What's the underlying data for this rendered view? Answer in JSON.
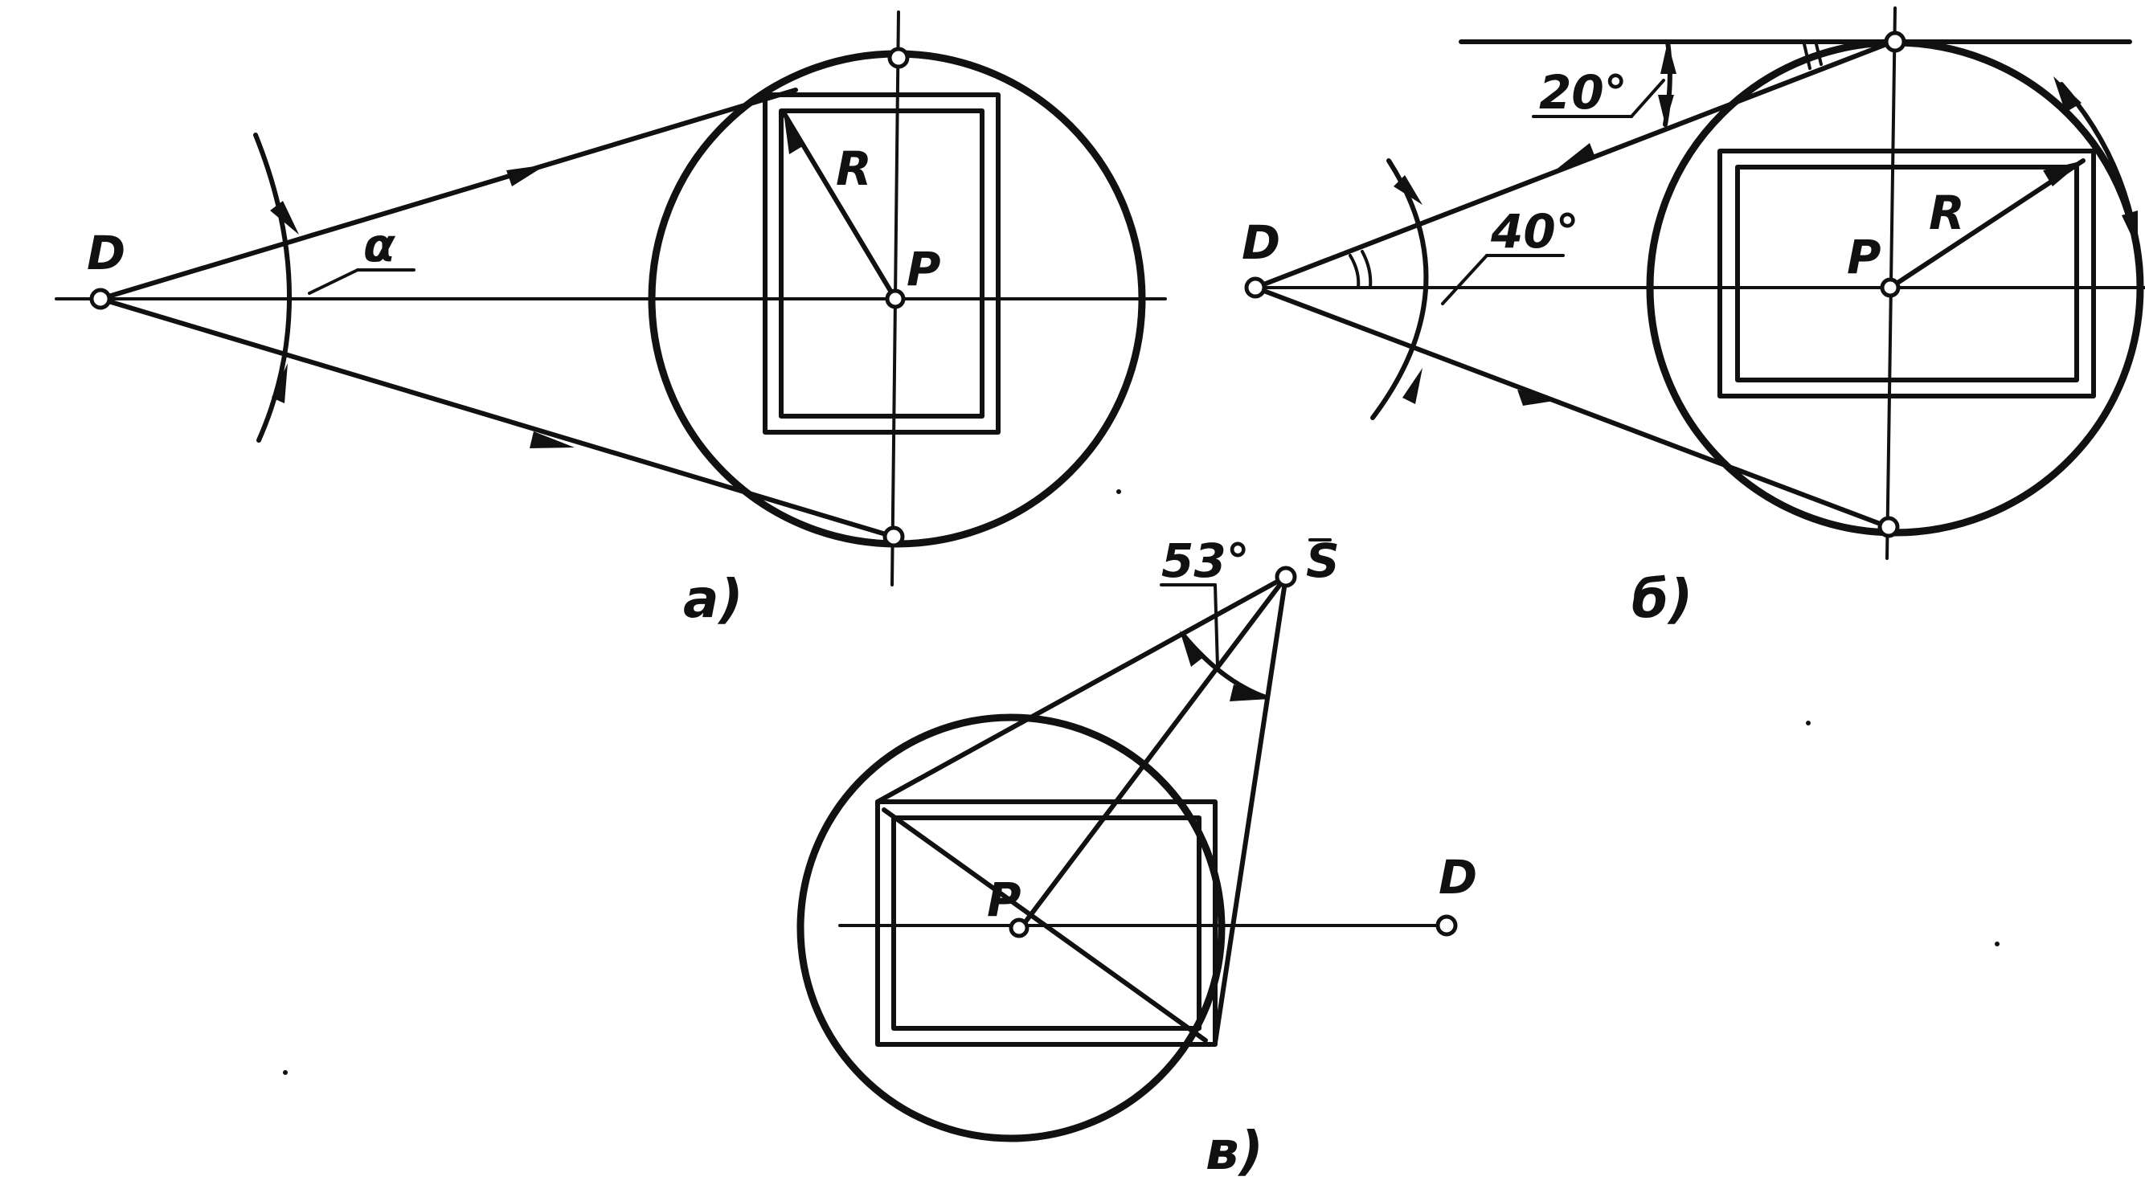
{
  "colors": {
    "ink": "#111111",
    "background": "#ffffff"
  },
  "panel_a": {
    "caption": "а)",
    "point_D": "D",
    "point_P": "P",
    "radius": "R",
    "angle": "α"
  },
  "panel_b": {
    "caption": "б)",
    "point_D": "D",
    "point_P": "P",
    "radius": "R",
    "angle_top": "20°",
    "angle_view": "40°"
  },
  "panel_v": {
    "caption": "в)",
    "point_S": "S",
    "point_P": "P",
    "point_D": "D",
    "angle": "53°"
  }
}
